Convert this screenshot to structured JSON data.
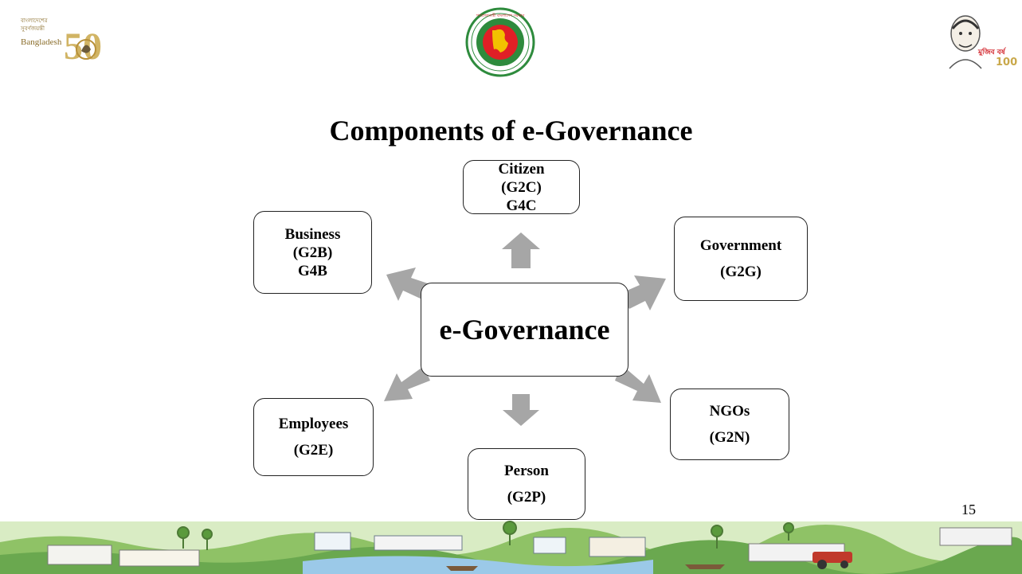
{
  "slide": {
    "title": "Components of e-Governance",
    "page_number": "15"
  },
  "logos": {
    "left": {
      "text_line1": "বাংলাদেশের",
      "text_line2": "সুবর্ণজয়ন্তী",
      "text_line3": "Bangladesh",
      "number": "50"
    },
    "center": {
      "name": "government-seal"
    },
    "right": {
      "text": "মুজিব বর্ষ",
      "number": "100"
    }
  },
  "diagram": {
    "center": {
      "label": "e-Governance"
    },
    "nodes": [
      {
        "id": "citizen",
        "lines": [
          "Citizen",
          "(G2C)",
          "G4C"
        ]
      },
      {
        "id": "business",
        "lines": [
          "Business",
          "(G2B)",
          "G4B"
        ]
      },
      {
        "id": "government",
        "lines": [
          "Government",
          "(G2G)"
        ]
      },
      {
        "id": "employees",
        "lines": [
          "Employees",
          "(G2E)"
        ]
      },
      {
        "id": "person",
        "lines": [
          "Person",
          "(G2P)"
        ]
      },
      {
        "id": "ngos",
        "lines": [
          "NGOs",
          "(G2N)"
        ]
      }
    ],
    "arrow_color": "#a6a6a6"
  }
}
